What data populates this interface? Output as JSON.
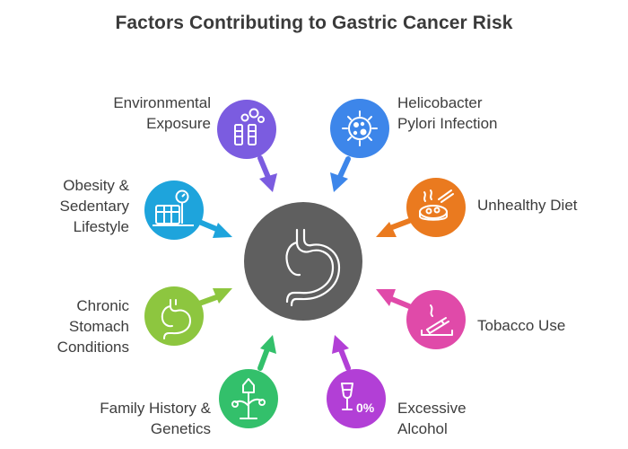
{
  "title": "Factors Contributing to Gastric Cancer Risk",
  "center": {
    "icon": "stomach-icon",
    "color": "#5f5f5f"
  },
  "factors": [
    {
      "id": "environmental",
      "lines": [
        "Environmental",
        "Exposure"
      ],
      "icon": "factory-icon",
      "color": "#7b5ce0"
    },
    {
      "id": "helicobacter",
      "lines": [
        "Helicobacter",
        "Pylori Infection"
      ],
      "icon": "bacteria-icon",
      "color": "#3d86ea"
    },
    {
      "id": "obesity",
      "lines": [
        "Obesity &",
        "Sedentary",
        "Lifestyle"
      ],
      "icon": "scale-icon",
      "color": "#1ea4dc"
    },
    {
      "id": "diet",
      "lines": [
        "Unhealthy Diet"
      ],
      "icon": "food-bowl-icon",
      "color": "#ea7a1f"
    },
    {
      "id": "chronic",
      "lines": [
        "Chronic",
        "Stomach",
        "Conditions"
      ],
      "icon": "stomach-condition-icon",
      "color": "#8dc63f"
    },
    {
      "id": "tobacco",
      "lines": [
        "Tobacco Use"
      ],
      "icon": "cigarette-icon",
      "color": "#e04aa9"
    },
    {
      "id": "family",
      "lines": [
        "Family History &",
        "Genetics"
      ],
      "icon": "family-tree-icon",
      "color": "#33c06b"
    },
    {
      "id": "alcohol",
      "lines": [
        "Excessive",
        "Alcohol"
      ],
      "icon": "wine-glass-icon",
      "color": "#b23fd6"
    }
  ]
}
